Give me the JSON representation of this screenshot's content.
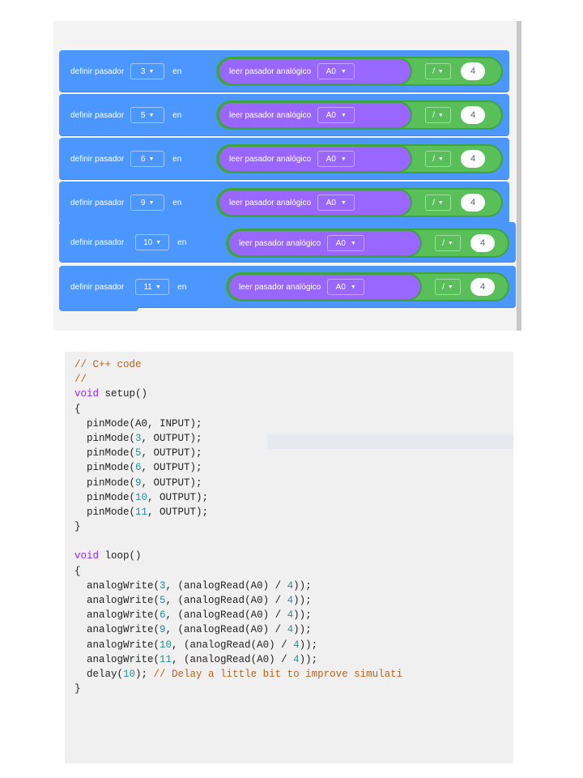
{
  "blocks_workspace": {
    "colors": {
      "control_block": "#4c97ff",
      "math_block": "#59c059",
      "read_block": "#9966ff",
      "background": "#f3f3f3"
    },
    "rows": [
      {
        "label": "definir pasador",
        "pin": "3",
        "connector": "en",
        "read_label": "leer pasador analógico",
        "analog_pin": "A0",
        "operator": "/",
        "divisor": "4"
      },
      {
        "label": "definir pasador",
        "pin": "5",
        "connector": "en",
        "read_label": "leer pasador analógico",
        "analog_pin": "A0",
        "operator": "/",
        "divisor": "4"
      },
      {
        "label": "definir pasador",
        "pin": "6",
        "connector": "en",
        "read_label": "leer pasador analógico",
        "analog_pin": "A0",
        "operator": "/",
        "divisor": "4"
      },
      {
        "label": "definir pasador",
        "pin": "9",
        "connector": "en",
        "read_label": "leer pasador analógico",
        "analog_pin": "A0",
        "operator": "/",
        "divisor": "4"
      },
      {
        "label": "definir pasador",
        "pin": "10",
        "connector": "en",
        "read_label": "leer pasador analógico",
        "analog_pin": "A0",
        "operator": "/",
        "divisor": "4"
      },
      {
        "label": "definir pasador",
        "pin": "11",
        "connector": "en",
        "read_label": "leer pasador analógico",
        "analog_pin": "A0",
        "operator": "/",
        "divisor": "4"
      }
    ],
    "dropdown_icon": "caret-down-icon"
  },
  "code_editor": {
    "lines": [
      [
        {
          "t": "// C++ code",
          "c": "comment"
        }
      ],
      [
        {
          "t": "//",
          "c": "comment"
        }
      ],
      [
        {
          "t": "void",
          "c": "kw"
        },
        {
          "t": " setup()",
          "c": "plain"
        }
      ],
      [
        {
          "t": "{",
          "c": "plain"
        }
      ],
      [
        {
          "t": "  pinMode(A0, INPUT);",
          "c": "plain"
        }
      ],
      [
        {
          "t": "  pinMode(",
          "c": "plain"
        },
        {
          "t": "3",
          "c": "num"
        },
        {
          "t": ", OUTPUT);",
          "c": "plain"
        }
      ],
      [
        {
          "t": "  pinMode(",
          "c": "plain"
        },
        {
          "t": "5",
          "c": "num"
        },
        {
          "t": ", OUTPUT);",
          "c": "plain"
        }
      ],
      [
        {
          "t": "  pinMode(",
          "c": "plain"
        },
        {
          "t": "6",
          "c": "num"
        },
        {
          "t": ", OUTPUT);",
          "c": "plain"
        }
      ],
      [
        {
          "t": "  pinMode(",
          "c": "plain"
        },
        {
          "t": "9",
          "c": "num"
        },
        {
          "t": ", OUTPUT);",
          "c": "plain"
        }
      ],
      [
        {
          "t": "  pinMode(",
          "c": "plain"
        },
        {
          "t": "10",
          "c": "num"
        },
        {
          "t": ", OUTPUT);",
          "c": "plain"
        }
      ],
      [
        {
          "t": "  pinMode(",
          "c": "plain"
        },
        {
          "t": "11",
          "c": "num"
        },
        {
          "t": ", OUTPUT);",
          "c": "plain"
        }
      ],
      [
        {
          "t": "}",
          "c": "plain"
        }
      ],
      [
        {
          "t": "",
          "c": "plain"
        }
      ],
      [
        {
          "t": "void",
          "c": "kw"
        },
        {
          "t": " loop()",
          "c": "plain"
        }
      ],
      [
        {
          "t": "{",
          "c": "plain"
        }
      ],
      [
        {
          "t": "  analogWrite(",
          "c": "plain"
        },
        {
          "t": "3",
          "c": "num"
        },
        {
          "t": ", (analogRead(A0) / ",
          "c": "plain"
        },
        {
          "t": "4",
          "c": "num"
        },
        {
          "t": "));",
          "c": "plain"
        }
      ],
      [
        {
          "t": "  analogWrite(",
          "c": "plain"
        },
        {
          "t": "5",
          "c": "num"
        },
        {
          "t": ", (analogRead(A0) / ",
          "c": "plain"
        },
        {
          "t": "4",
          "c": "num"
        },
        {
          "t": "));",
          "c": "plain"
        }
      ],
      [
        {
          "t": "  analogWrite(",
          "c": "plain"
        },
        {
          "t": "6",
          "c": "num"
        },
        {
          "t": ", (analogRead(A0) / ",
          "c": "plain"
        },
        {
          "t": "4",
          "c": "num"
        },
        {
          "t": "));",
          "c": "plain"
        }
      ],
      [
        {
          "t": "  analogWrite(",
          "c": "plain"
        },
        {
          "t": "9",
          "c": "num"
        },
        {
          "t": ", (analogRead(A0) / ",
          "c": "plain"
        },
        {
          "t": "4",
          "c": "num"
        },
        {
          "t": "));",
          "c": "plain"
        }
      ],
      [
        {
          "t": "  analogWrite(",
          "c": "plain"
        },
        {
          "t": "10",
          "c": "num"
        },
        {
          "t": ", (analogRead(A0) / ",
          "c": "plain"
        },
        {
          "t": "4",
          "c": "num"
        },
        {
          "t": "));",
          "c": "plain"
        }
      ],
      [
        {
          "t": "  analogWrite(",
          "c": "plain"
        },
        {
          "t": "11",
          "c": "num"
        },
        {
          "t": ", (analogRead(A0) / ",
          "c": "plain"
        },
        {
          "t": "4",
          "c": "num"
        },
        {
          "t": "));",
          "c": "plain"
        }
      ],
      [
        {
          "t": "  delay(",
          "c": "plain"
        },
        {
          "t": "10",
          "c": "num"
        },
        {
          "t": "); ",
          "c": "plain"
        },
        {
          "t": "// Delay a little bit to improve simulati",
          "c": "comment"
        }
      ],
      [
        {
          "t": "}",
          "c": "plain"
        }
      ]
    ]
  }
}
